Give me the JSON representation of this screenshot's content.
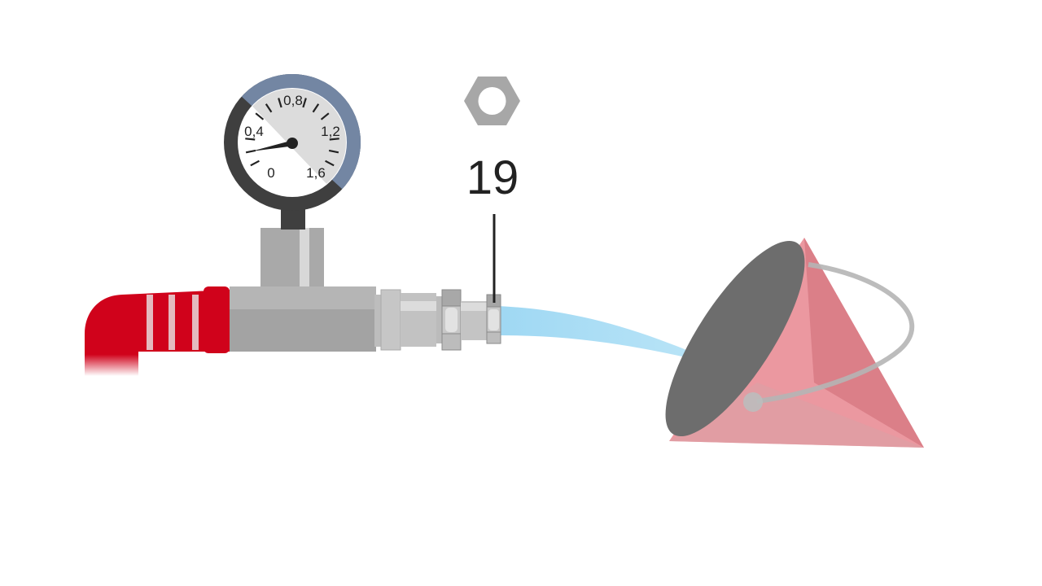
{
  "gauge": {
    "scale_labels": [
      "0",
      "0,4",
      "0,8",
      "1,2",
      "1,6"
    ],
    "needle_value": 0.2,
    "scale_max": 1.6
  },
  "wrench": {
    "icon": "hex-nut-icon",
    "size_label": "19"
  },
  "colors": {
    "hose": "#d0021b",
    "water": "#a8dcf4",
    "gauge_ring_dark": "#3f3f3f",
    "gauge_ring_blue": "#7386a3",
    "bucket": "#e8868f"
  }
}
